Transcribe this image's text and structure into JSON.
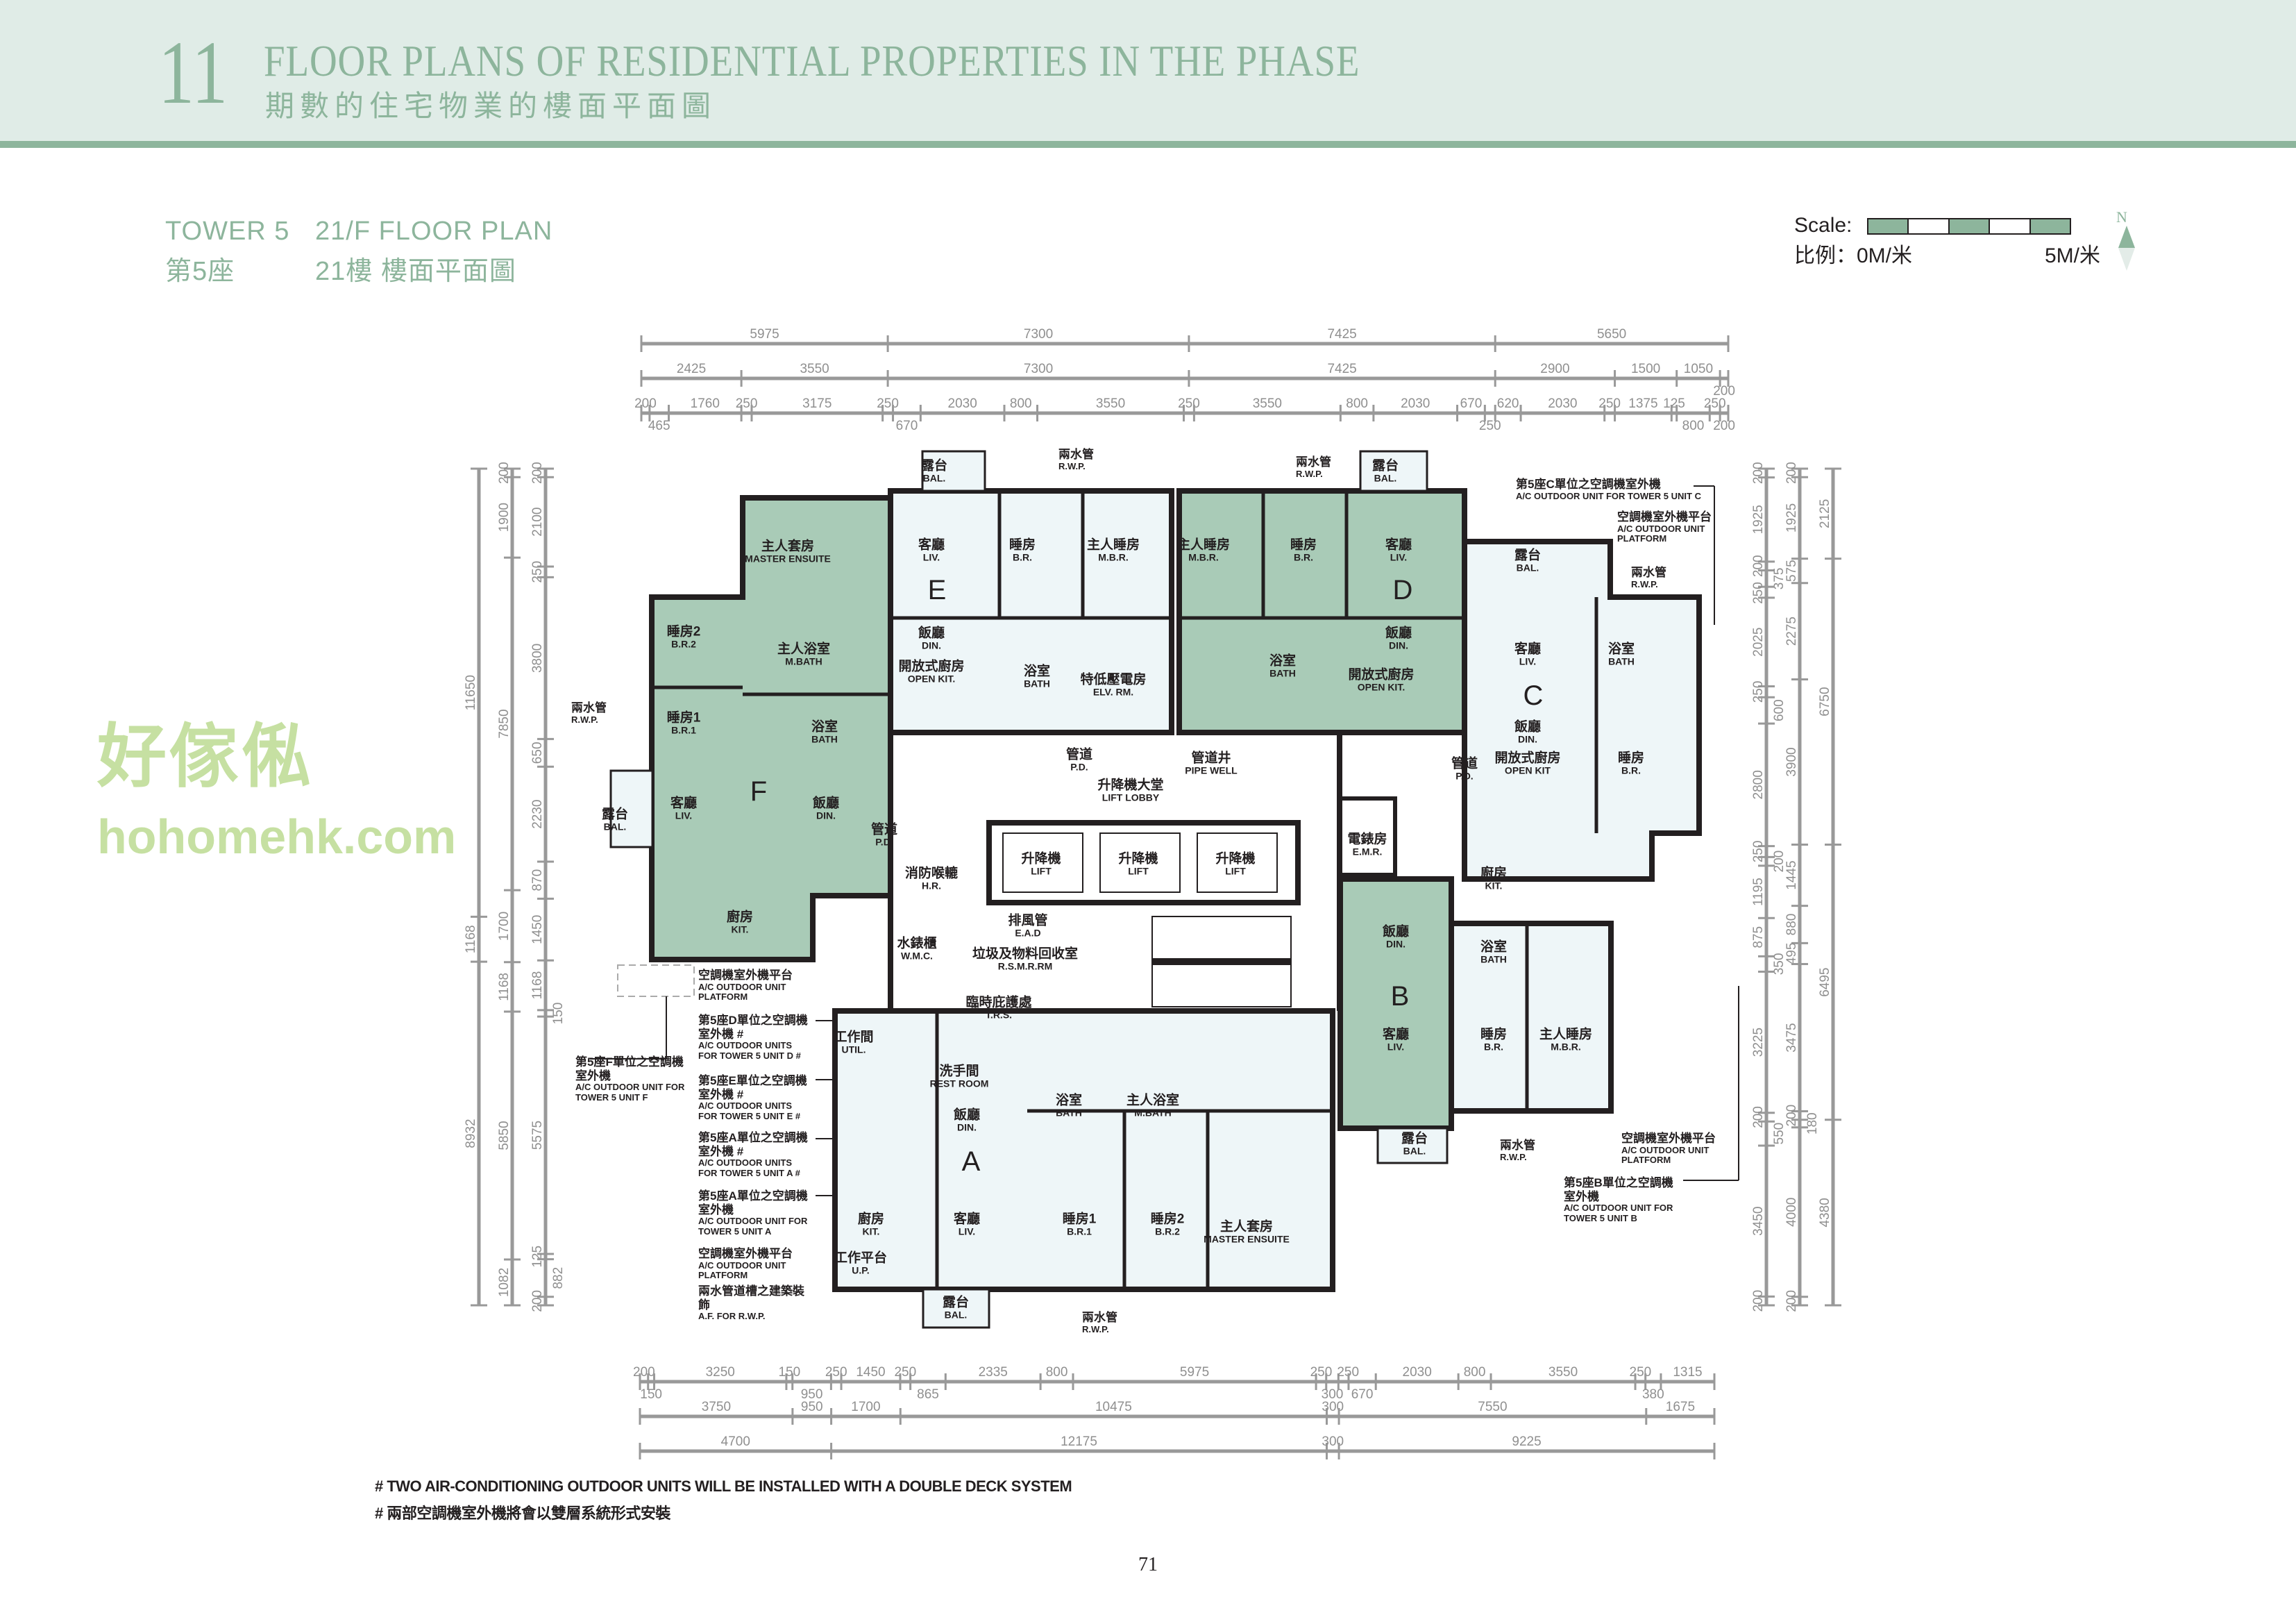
{
  "header": {
    "section_number": "11",
    "title_en": "FLOOR PLANS OF RESIDENTIAL PROPERTIES IN THE PHASE",
    "title_zh": "期數的住宅物業的樓面平面圖"
  },
  "plan_title": {
    "tower_en": "TOWER 5",
    "floor_en": "21/F FLOOR PLAN",
    "tower_zh": "第5座",
    "floor_zh": "21樓 樓面平面圖"
  },
  "scale": {
    "label_en": "Scale:",
    "label_zh": "比例：0M/米",
    "end": "5M/米",
    "north": "N"
  },
  "colors": {
    "accent": "#8db59c",
    "header_bg": "#e0ece7",
    "unit_green": "#a9cbb7",
    "unit_blue": "#eef6f8",
    "dim_gray": "#999999",
    "dim_orange": "#c07a2c"
  },
  "dimensions": {
    "top": [
      [
        5975,
        7300,
        7425,
        5650
      ],
      [
        2425,
        3550,
        7300,
        7425,
        2900,
        1500,
        1050,
        200
      ],
      [
        200,
        465,
        1760,
        250,
        3175,
        250,
        670,
        2030,
        800,
        3550,
        250,
        3550,
        800,
        2030,
        670,
        250,
        620,
        2030,
        250,
        1375,
        125,
        800,
        250,
        200
      ]
    ],
    "bottom": [
      [
        200,
        150,
        3250,
        150,
        950,
        250,
        1450,
        250,
        865,
        2335,
        800,
        5975,
        250,
        300,
        250,
        670,
        2030,
        800,
        3550,
        250,
        380,
        1315
      ],
      [
        3750,
        950,
        1700,
        10475,
        300,
        7550,
        1675
      ],
      [
        4700,
        12175,
        300,
        9225
      ]
    ],
    "left": [
      [
        11650,
        1168,
        8932
      ],
      [
        200,
        1900,
        7850,
        1700,
        1168,
        5850,
        1082
      ],
      [
        200,
        2100,
        250,
        3800,
        650,
        2230,
        870,
        1450,
        1168,
        150,
        5575,
        125,
        882,
        200
      ]
    ],
    "right": [
      [
        200,
        1925,
        200,
        375,
        250,
        2025,
        250,
        600,
        2800,
        250,
        200,
        1195,
        875,
        350,
        3225,
        200,
        550,
        3450,
        200
      ],
      [
        200,
        1925,
        575,
        2275,
        3900,
        1445,
        880,
        495,
        3475,
        200,
        180,
        4000,
        200
      ],
      [
        2125,
        6750,
        6495,
        4380
      ]
    ]
  },
  "units": [
    {
      "letter": "F",
      "rooms": [
        {
          "zh": "主人套房",
          "en": "MASTER ENSUITE"
        },
        {
          "zh": "睡房2",
          "en": "B.R.2"
        },
        {
          "zh": "主人浴室",
          "en": "M.BATH"
        },
        {
          "zh": "睡房1",
          "en": "B.R.1"
        },
        {
          "zh": "浴室",
          "en": "BATH"
        },
        {
          "zh": "客廳",
          "en": "LIV."
        },
        {
          "zh": "飯廳",
          "en": "DIN."
        },
        {
          "zh": "露台",
          "en": "BAL."
        },
        {
          "zh": "廚房",
          "en": "KIT."
        }
      ]
    },
    {
      "letter": "E",
      "rooms": [
        {
          "zh": "露台",
          "en": "BAL."
        },
        {
          "zh": "客廳",
          "en": "LIV."
        },
        {
          "zh": "睡房",
          "en": "B.R."
        },
        {
          "zh": "主人睡房",
          "en": "M.B.R."
        },
        {
          "zh": "飯廳",
          "en": "DIN."
        },
        {
          "zh": "開放式廚房",
          "en": "OPEN KIT."
        },
        {
          "zh": "浴室",
          "en": "BATH"
        },
        {
          "zh": "特低壓電房",
          "en": "ELV. RM."
        }
      ]
    },
    {
      "letter": "D",
      "rooms": [
        {
          "zh": "主人睡房",
          "en": "M.B.R."
        },
        {
          "zh": "睡房",
          "en": "B.R."
        },
        {
          "zh": "客廳",
          "en": "LIV."
        },
        {
          "zh": "露台",
          "en": "BAL."
        },
        {
          "zh": "浴室",
          "en": "BATH"
        },
        {
          "zh": "飯廳",
          "en": "DIN."
        },
        {
          "zh": "開放式廚房",
          "en": "OPEN KIT."
        }
      ]
    },
    {
      "letter": "C",
      "rooms": [
        {
          "zh": "露台",
          "en": "BAL."
        },
        {
          "zh": "客廳",
          "en": "LIV."
        },
        {
          "zh": "浴室",
          "en": "BATH"
        },
        {
          "zh": "飯廳",
          "en": "DIN."
        },
        {
          "zh": "開放式廚房",
          "en": "OPEN KIT"
        },
        {
          "zh": "睡房",
          "en": "B.R."
        },
        {
          "zh": "廚房",
          "en": "KIT."
        }
      ]
    },
    {
      "letter": "B",
      "rooms": [
        {
          "zh": "飯廳",
          "en": "DIN."
        },
        {
          "zh": "浴室",
          "en": "BATH"
        },
        {
          "zh": "客廳",
          "en": "LIV."
        },
        {
          "zh": "睡房",
          "en": "B.R."
        },
        {
          "zh": "主人睡房",
          "en": "M.B.R."
        },
        {
          "zh": "露台",
          "en": "BAL."
        }
      ]
    },
    {
      "letter": "A",
      "rooms": [
        {
          "zh": "工作間",
          "en": "UTIL."
        },
        {
          "zh": "洗手間",
          "en": "REST ROOM"
        },
        {
          "zh": "飯廳",
          "en": "DIN."
        },
        {
          "zh": "浴室",
          "en": "BATH"
        },
        {
          "zh": "主人浴室",
          "en": "M.BATH"
        },
        {
          "zh": "廚房",
          "en": "KIT."
        },
        {
          "zh": "客廳",
          "en": "LIV."
        },
        {
          "zh": "睡房1",
          "en": "B.R.1"
        },
        {
          "zh": "睡房2",
          "en": "B.R.2"
        },
        {
          "zh": "主人套房",
          "en": "MASTER ENSUITE"
        },
        {
          "zh": "工作平台",
          "en": "U.P."
        },
        {
          "zh": "露台",
          "en": "BAL."
        }
      ]
    }
  ],
  "common_areas": [
    {
      "zh": "升降機大堂",
      "en": "LIFT LOBBY"
    },
    {
      "zh": "管道",
      "en": "P.D."
    },
    {
      "zh": "管道井",
      "en": "PIPE WELL"
    },
    {
      "zh": "升降機",
      "en": "LIFT"
    },
    {
      "zh": "升降機",
      "en": "LIFT"
    },
    {
      "zh": "升降機",
      "en": "LIFT"
    },
    {
      "zh": "消防喉轆",
      "en": "H.R."
    },
    {
      "zh": "電錶房",
      "en": "E.M.R."
    },
    {
      "zh": "排風管",
      "en": "E.A.D"
    },
    {
      "zh": "垃圾及物料回收室",
      "en": "R.S.M.R.RM"
    },
    {
      "zh": "水錶櫃",
      "en": "W.M.C."
    },
    {
      "zh": "臨時庇護處",
      "en": "T.R.S."
    },
    {
      "zh": "管道",
      "en": "P.D."
    },
    {
      "zh": "管道",
      "en": "P.D."
    }
  ],
  "annotations": [
    {
      "zh": "空調機室外機平台",
      "en": "A/C OUTDOOR UNIT PLATFORM"
    },
    {
      "zh": "第5座D單位之空調機室外機 #",
      "en": "A/C OUTDOOR UNITS FOR TOWER 5 UNIT D #"
    },
    {
      "zh": "第5座E單位之空調機室外機 #",
      "en": "A/C OUTDOOR UNITS FOR TOWER 5 UNIT E #"
    },
    {
      "zh": "第5座A單位之空調機室外機 #",
      "en": "A/C OUTDOOR UNITS FOR TOWER 5 UNIT A #"
    },
    {
      "zh": "第5座A單位之空調機室外機",
      "en": "A/C OUTDOOR UNIT FOR TOWER 5 UNIT A"
    },
    {
      "zh": "空調機室外機平台",
      "en": "A/C OUTDOOR UNIT PLATFORM"
    },
    {
      "zh": "兩水管道槽之建築裝飾",
      "en": "A.F. FOR R.W.P."
    },
    {
      "zh": "第5座F單位之空調機室外機",
      "en": "A/C OUTDOOR UNIT FOR TOWER 5 UNIT F"
    },
    {
      "zh": "第5座C單位之空調機室外機",
      "en": "A/C OUTDOOR UNIT FOR TOWER 5 UNIT C"
    },
    {
      "zh": "空調機室外機平台",
      "en": "A/C OUTDOOR UNIT PLATFORM"
    },
    {
      "zh": "空調機室外機平台",
      "en": "A/C OUTDOOR UNIT PLATFORM"
    },
    {
      "zh": "第5座B單位之空調機室外機",
      "en": "A/C OUTDOOR UNIT FOR TOWER 5 UNIT B"
    },
    {
      "zh": "兩水管",
      "en": "R.W.P."
    },
    {
      "zh": "兩水管",
      "en": "R.W.P."
    },
    {
      "zh": "兩水管",
      "en": "R.W.P."
    },
    {
      "zh": "兩水管",
      "en": "R.W.P."
    },
    {
      "zh": "兩水管",
      "en": "R.W.P."
    },
    {
      "zh": "兩水管",
      "en": "R.W.P."
    }
  ],
  "watermark": {
    "brand_zh": "好傢俬",
    "site": "hohomehk.com"
  },
  "footnotes": [
    "# TWO AIR-CONDITIONING OUTDOOR UNITS WILL BE INSTALLED WITH A DOUBLE DECK SYSTEM",
    "# 兩部空調機室外機將會以雙層系統形式安裝"
  ],
  "page_number": "71"
}
